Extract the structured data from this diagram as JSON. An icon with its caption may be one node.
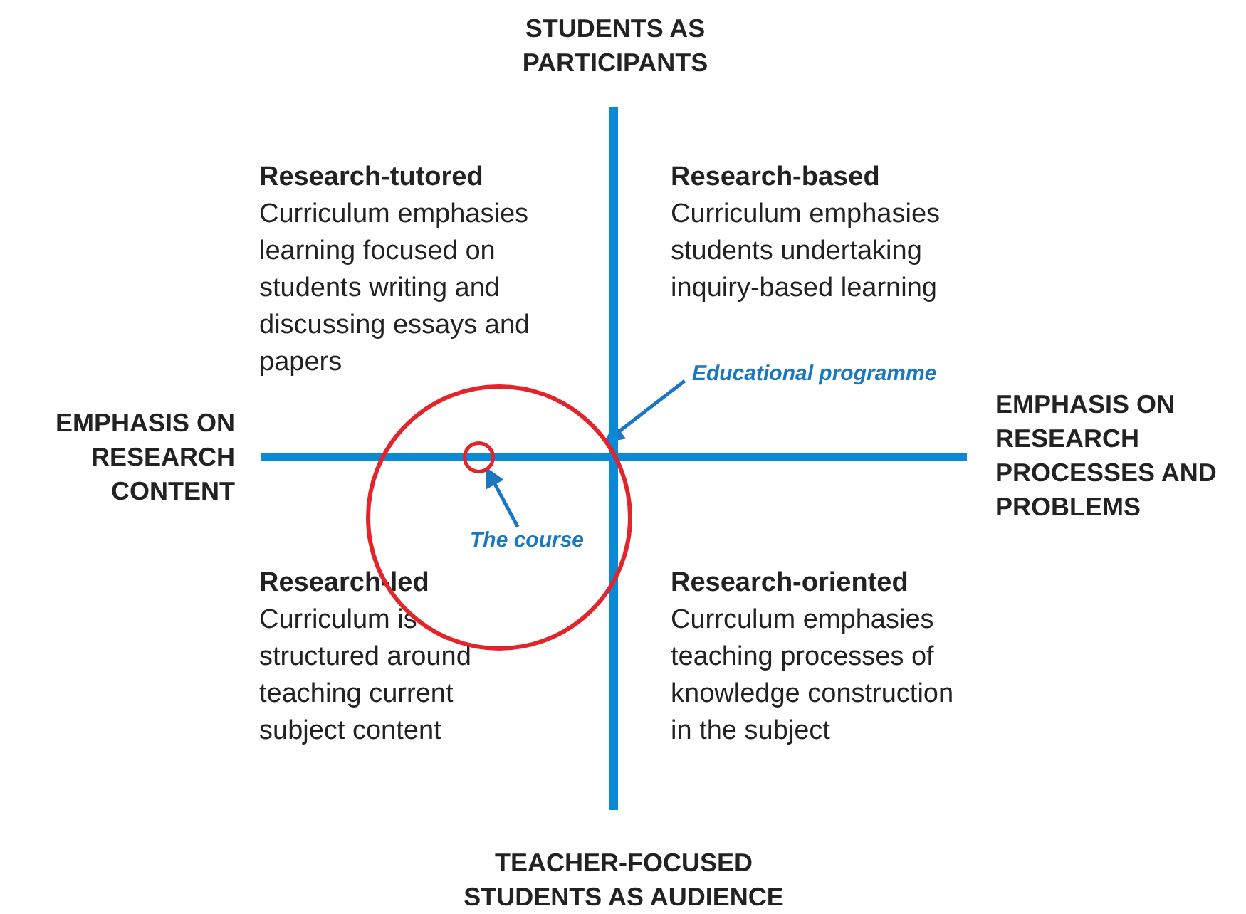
{
  "diagram": {
    "nodes": [
      {
        "text": [
          "Educational programme"
        ]
      },
      {
        "text": [],
        "shape": "circle"
      },
      {
        "text": [
          "The course"
        ],
        "in": 1
      },
      {
        "text": [],
        "shape": "circle",
        "in": 1
      }
    ],
    "edges": [
      {
        "from": 0,
        "to": 1,
        "arrow": "to"
      },
      {
        "from": 2,
        "to": 3,
        "arrow": "to"
      }
    ],
    "labels": [
      "STUDENTS AS PARTICIPANTS",
      "Research-tutored",
      "Curriculum emphasies learning focused on students writing and discussing essays and papers",
      "Research-based",
      "Curriculum emphasies students undertaking inquiry-based learning",
      "EMPHASIS ON RESEARCH CONTENT",
      "EMPHASIS ON RESEARCH PROCESSES AND PROBLEMS",
      "Research-led",
      "Curriculum is structured around teaching current subject content",
      "Research-oriented",
      "Currculum emphasies teaching processes of knowledge construction in the subject",
      "TEACHER-FOCUSED STUDENTS AS AUDIENCE"
    ]
  }
}
